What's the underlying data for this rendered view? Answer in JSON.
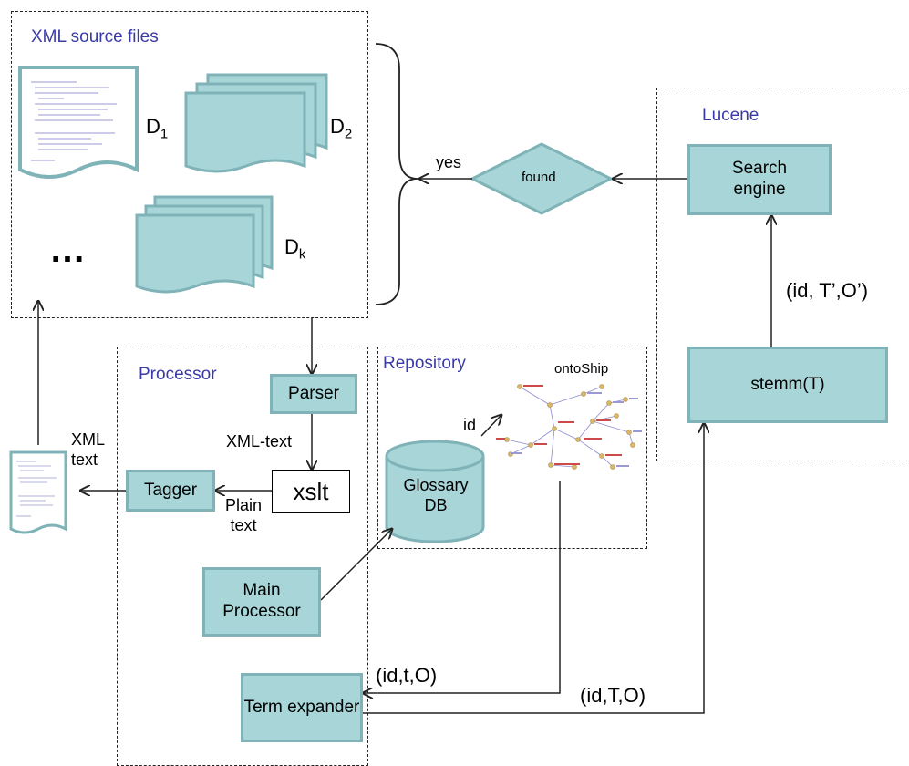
{
  "regions": {
    "xml_source": "XML source files",
    "processor": "Processor",
    "repository": "Repository",
    "lucene": "Lucene"
  },
  "documents": {
    "d1": {
      "base": "D",
      "sub": "1"
    },
    "d2": {
      "base": "D",
      "sub": "2"
    },
    "dk": {
      "base": "D",
      "sub": "k"
    },
    "ellipsis": "…"
  },
  "nodes": {
    "search_engine": "Search engine",
    "found": "found",
    "stemm": "stemm(T)",
    "parser": "Parser",
    "xslt": "xslt",
    "tagger": "Tagger",
    "glossary_db": "Glossary DB",
    "main_processor": "Main Processor",
    "term_expander": "Term expander",
    "ontoship": "ontoShip"
  },
  "edge_labels": {
    "yes": "yes",
    "id_T_prime_O_prime": "(id, T’,O’)",
    "xml_text_flow": "XML-text",
    "plain_text": "Plain text",
    "xml_text_output": "XML text",
    "id": "id",
    "id_t_O": "(id,t,O)",
    "id_T_O": "(id,T,O)"
  }
}
